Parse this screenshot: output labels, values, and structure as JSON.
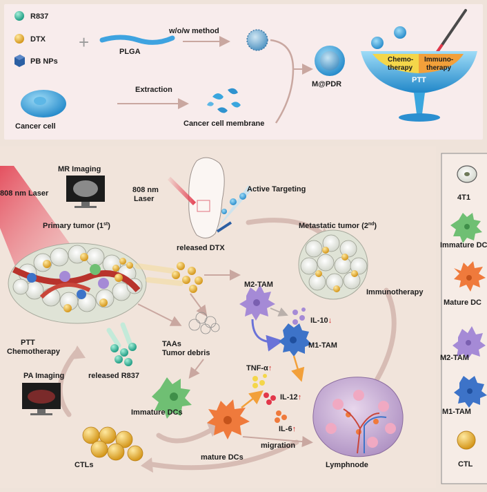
{
  "top_panel": {
    "legend": {
      "r837": "R837",
      "dtx": "DTX",
      "pb_nps": "PB NPs"
    },
    "plga": "PLGA",
    "method": "w/o/w method",
    "extraction": "Extraction",
    "cancer_cell": "Cancer cell",
    "cancer_cell_membrane": "Cancer cell membrane",
    "m_pdr": "M@PDR",
    "cocktail": {
      "chemo_1": "Chemo-",
      "chemo_2": "therapy",
      "immuno_1": "Immuno-",
      "immuno_2": "therapy",
      "ptt": "PTT"
    }
  },
  "bottom_panel": {
    "mr_imaging": "MR Imaging",
    "laser_left": "808 nm  Laser",
    "laser_top_1": "808 nm",
    "laser_top_2": "Laser",
    "active_targeting": "Active Targeting",
    "primary_tumor": "Primary tumor (1",
    "primary_tumor_sup": "st",
    "primary_tumor_close": ")",
    "released_dtx": "released DTX",
    "metastatic_tumor": "Metastatic tumor (2",
    "metastatic_tumor_sup": "nd",
    "metastatic_tumor_close": ")",
    "m2_tam": "M2-TAM",
    "il10": "IL-10",
    "m1_tam": "M1-TAM",
    "immunotherapy": "Immunotherapy",
    "taas": "TAAs",
    "tumor_debris": "Tumor debris",
    "ptt": "PTT",
    "chemotherapy": "Chemotherapy",
    "released_r837": "released R837",
    "tnf": "TNF-α",
    "il12": "IL-12",
    "il6": "IL-6",
    "pa_imaging": "PA Imaging",
    "immature_dcs": "Immature DCs",
    "mature_dcs": "mature DCs",
    "migration": "migration",
    "lymphnode": "Lymphnode",
    "ctls": "CTLs",
    "up_arrow": "↑",
    "down_arrow": "↓"
  },
  "legend_panel": {
    "items": [
      "4T1",
      "Immature DC",
      "Mature DC",
      "M2-TAM",
      "M1-TAM",
      "CTL"
    ]
  },
  "colors": {
    "background": "#efe3da",
    "panel_top": "#f8ecec",
    "flow_arrow": "#c9a7a0",
    "r837": "#2fb39a",
    "dtx": "#e9b62c",
    "pb_nps": "#2b5fa3",
    "cancer_cell": "#3aa6de",
    "laser": "#e2374a",
    "up_arrow": "#d42424",
    "m2_tam": "#a58ad6",
    "m1_tam": "#3d73c8",
    "mature_dc": "#ef7a3c",
    "immature_dc": "#6fbf73"
  }
}
